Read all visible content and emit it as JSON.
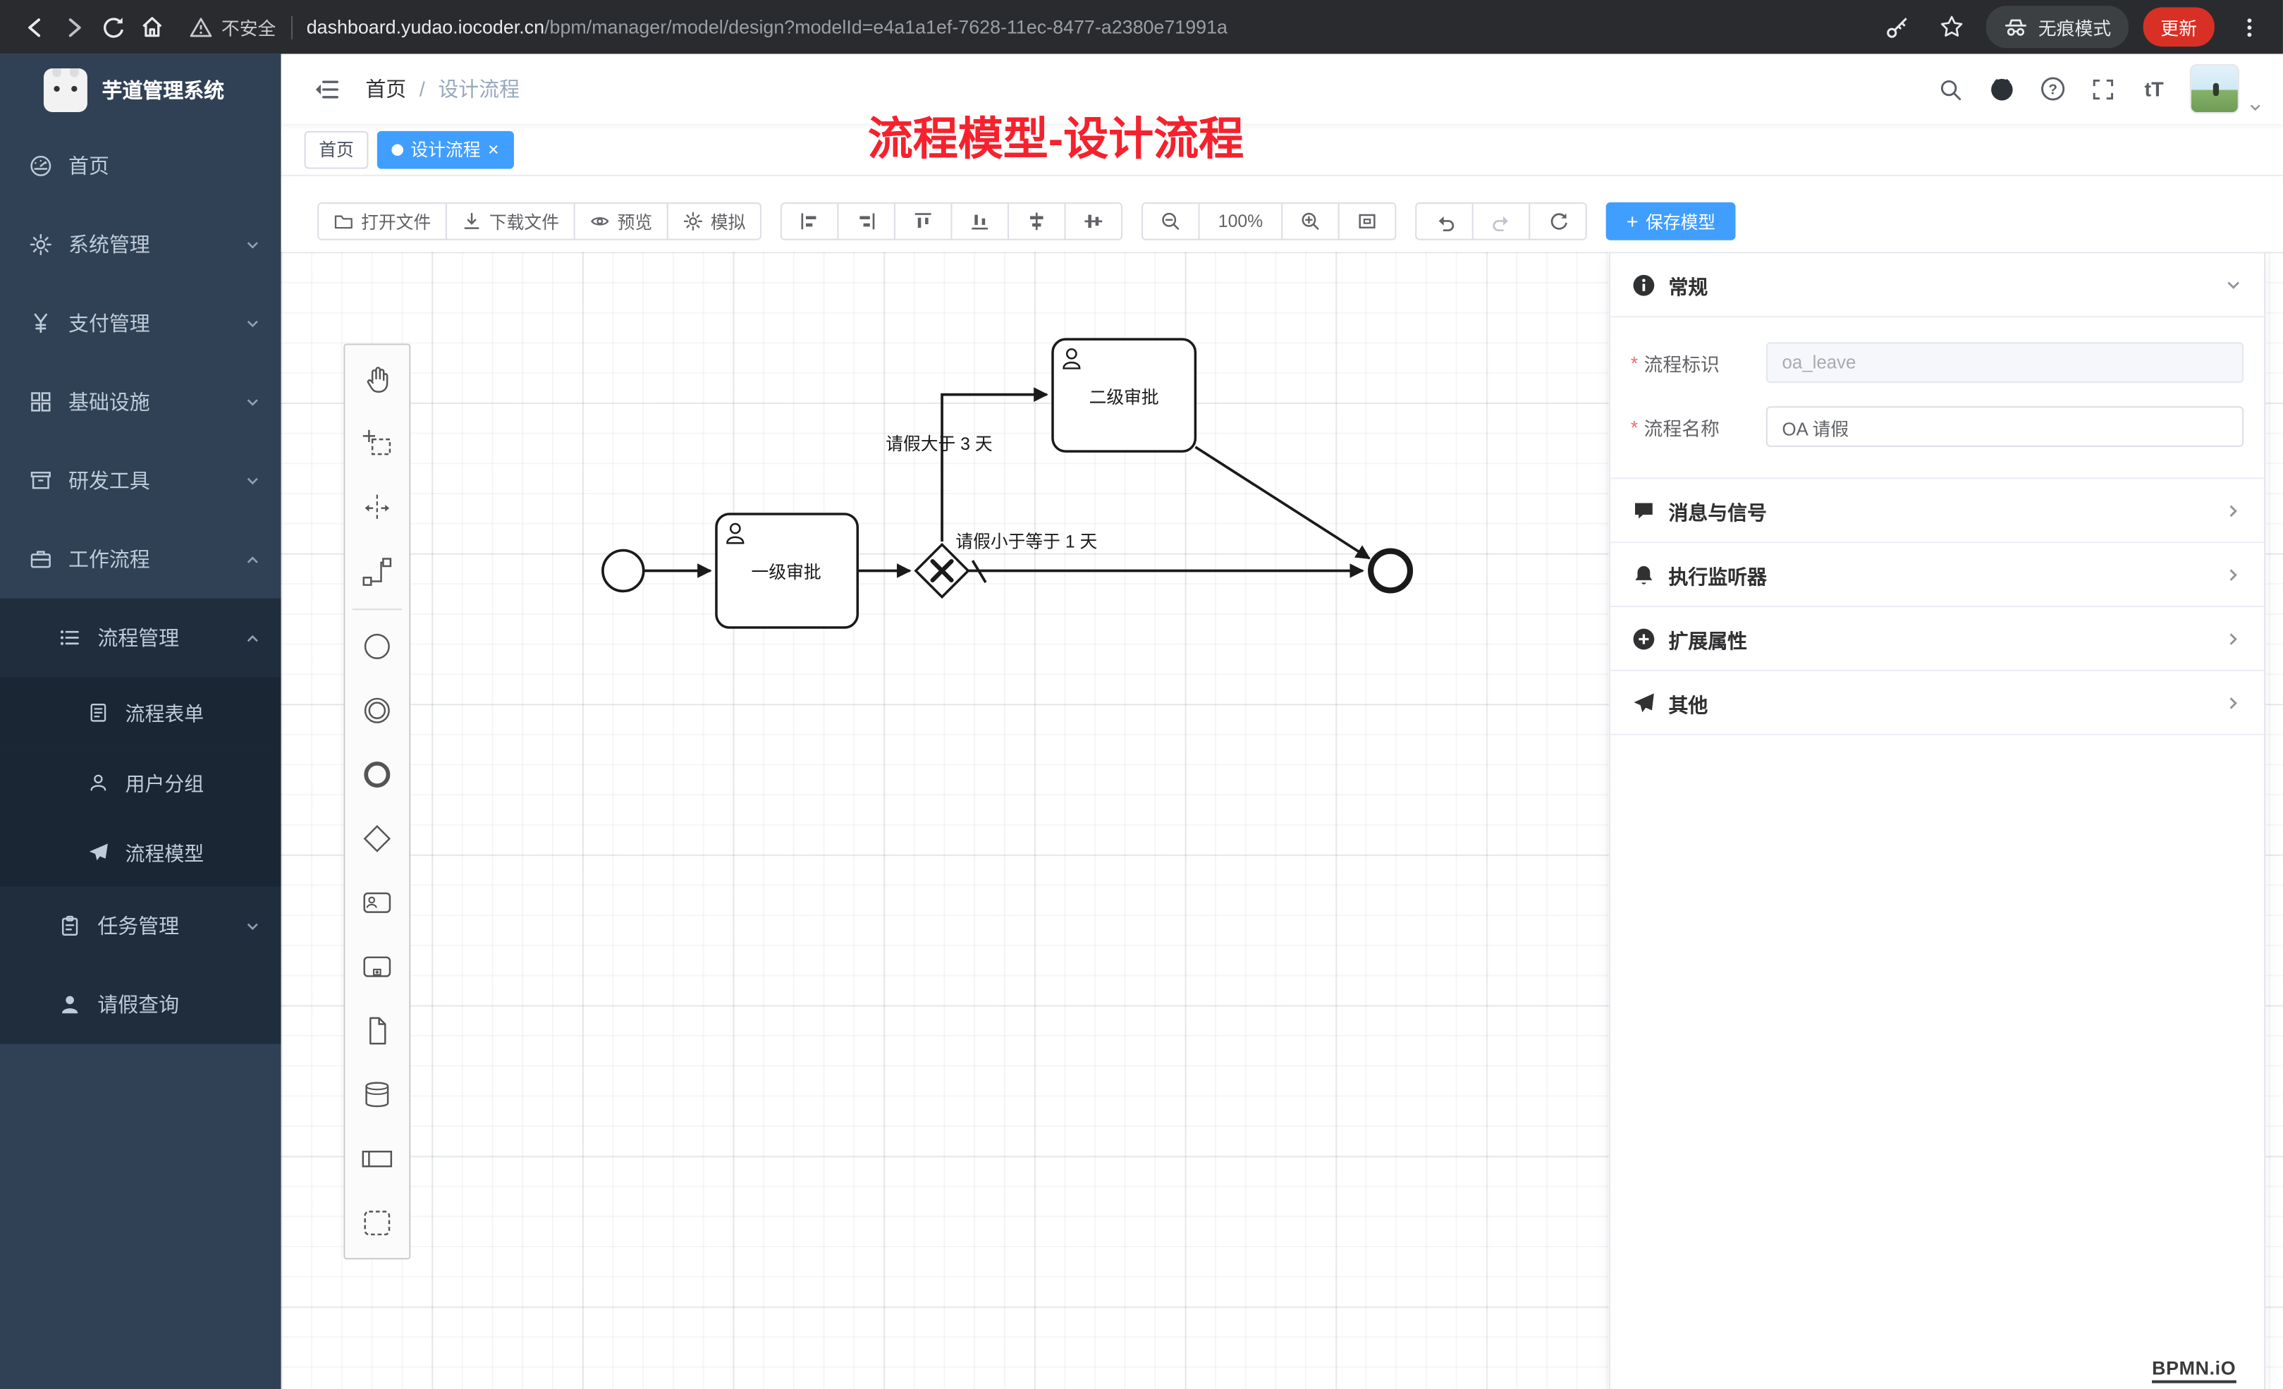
{
  "colors": {
    "accent": "#409eff",
    "annotation_red": "#f5222d",
    "update_red": "#d93025",
    "sidebar_bg": "#304156",
    "sidebar_sub_bg": "#1f2d3d"
  },
  "browser": {
    "security_label": "不安全",
    "url_domain": "dashboard.yudao.iocoder.cn",
    "url_path": "/bpm/manager/model/design?modelId=e4a1a1ef-7628-11ec-8477-a2380e71991a",
    "incognito_label": "无痕模式",
    "update_label": "更新"
  },
  "sidebar": {
    "title": "芋道管理系统",
    "items": [
      {
        "label": "首页",
        "icon": "dashboard-icon"
      },
      {
        "label": "系统管理",
        "icon": "gear-icon",
        "chevron": "down"
      },
      {
        "label": "支付管理",
        "icon": "yen-icon",
        "chevron": "down"
      },
      {
        "label": "基础设施",
        "icon": "grid-icon",
        "chevron": "down"
      },
      {
        "label": "研发工具",
        "icon": "toolbox-icon",
        "chevron": "down"
      },
      {
        "label": "工作流程",
        "icon": "briefcase-icon",
        "chevron": "up"
      },
      {
        "label": "流程管理",
        "icon": "list-icon",
        "chevron": "up"
      },
      {
        "label": "流程表单",
        "icon": "form-icon"
      },
      {
        "label": "用户分组",
        "icon": "users-icon"
      },
      {
        "label": "流程模型",
        "icon": "plane-icon"
      },
      {
        "label": "任务管理",
        "icon": "clipboard-icon",
        "chevron": "down"
      },
      {
        "label": "请假查询",
        "icon": "person-icon"
      }
    ]
  },
  "header": {
    "breadcrumb_home": "首页",
    "breadcrumb_separator": "/",
    "breadcrumb_current": "设计流程",
    "help_glyph": "?",
    "font_size_glyph": "tT"
  },
  "annotation": "流程模型-设计流程",
  "tabs": [
    {
      "label": "首页"
    },
    {
      "label": "设计流程",
      "close_glyph": "×",
      "active": true
    }
  ],
  "toolbar": {
    "open_file": "打开文件",
    "download_file": "下载文件",
    "preview": "预览",
    "simulate": "模拟",
    "zoom_level": "100%",
    "save_plus": "+",
    "save_model": "保存模型"
  },
  "diagram": {
    "task_first": "一级审批",
    "task_second": "二级审批",
    "condition_gt3": "请假大于 3 天",
    "condition_le1": "请假小于等于 1 天"
  },
  "panel": {
    "required_mark": "*",
    "sections": {
      "general": "常规",
      "messages": "消息与信号",
      "listeners": "执行监听器",
      "extensions": "扩展属性",
      "other": "其他"
    },
    "fields": {
      "process_key": {
        "label": "流程标识",
        "value": "oa_leave"
      },
      "process_name": {
        "label": "流程名称",
        "value": "OA 请假"
      }
    }
  },
  "watermark": "BPMN.iO"
}
